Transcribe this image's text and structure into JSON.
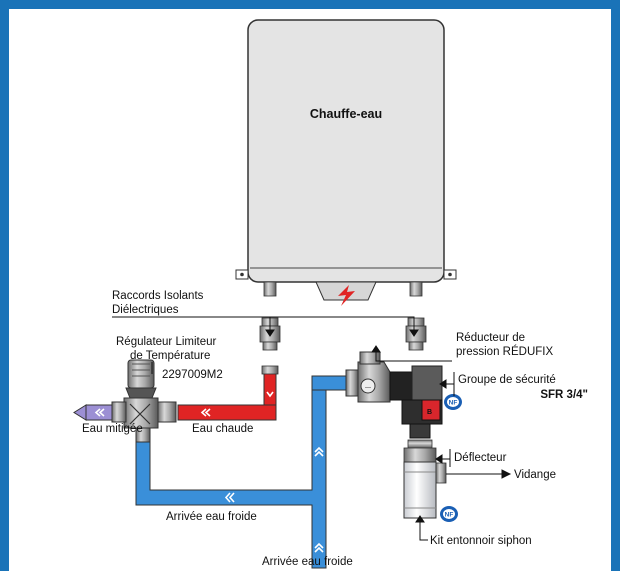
{
  "diagram": {
    "heater_label": "Chauffe-eau",
    "labels": {
      "raccords_line1": "Raccords Isolants",
      "raccords_line2": "Diélectriques",
      "regulateur_line1": "Régulateur Limiteur",
      "regulateur_line2": "de Température",
      "regulateur_ref": "2297009M2",
      "reducteur_line1": "Réducteur de",
      "reducteur_line2": "pression RÉDUFIX",
      "groupe": "Groupe de sécurité",
      "groupe_model": "SFR 3/4\"",
      "deflecteur": "Déflecteur",
      "vidange": "Vidange",
      "eau_mitigee": "Eau mitigée",
      "eau_chaude": "Eau chaude",
      "arrivee_froide_1": "Arrivée eau froide",
      "arrivee_froide_2": "Arrivée eau froide",
      "kit_entonnoir": "Kit entonnoir siphon"
    },
    "badges": {
      "nf": "NF"
    },
    "colors": {
      "frame": "#1a73b8",
      "cold_pipe": "#3a8fd9",
      "hot_pipe": "#e02424",
      "mixed_pipe": "#9c8fd4",
      "heater_body": "#e4e4e4",
      "bolt": "#e02424",
      "valve_red": "#d9262c"
    },
    "icons": [
      "lightning-bolt-icon",
      "nf-certification-icon",
      "flow-arrow-icon"
    ]
  }
}
